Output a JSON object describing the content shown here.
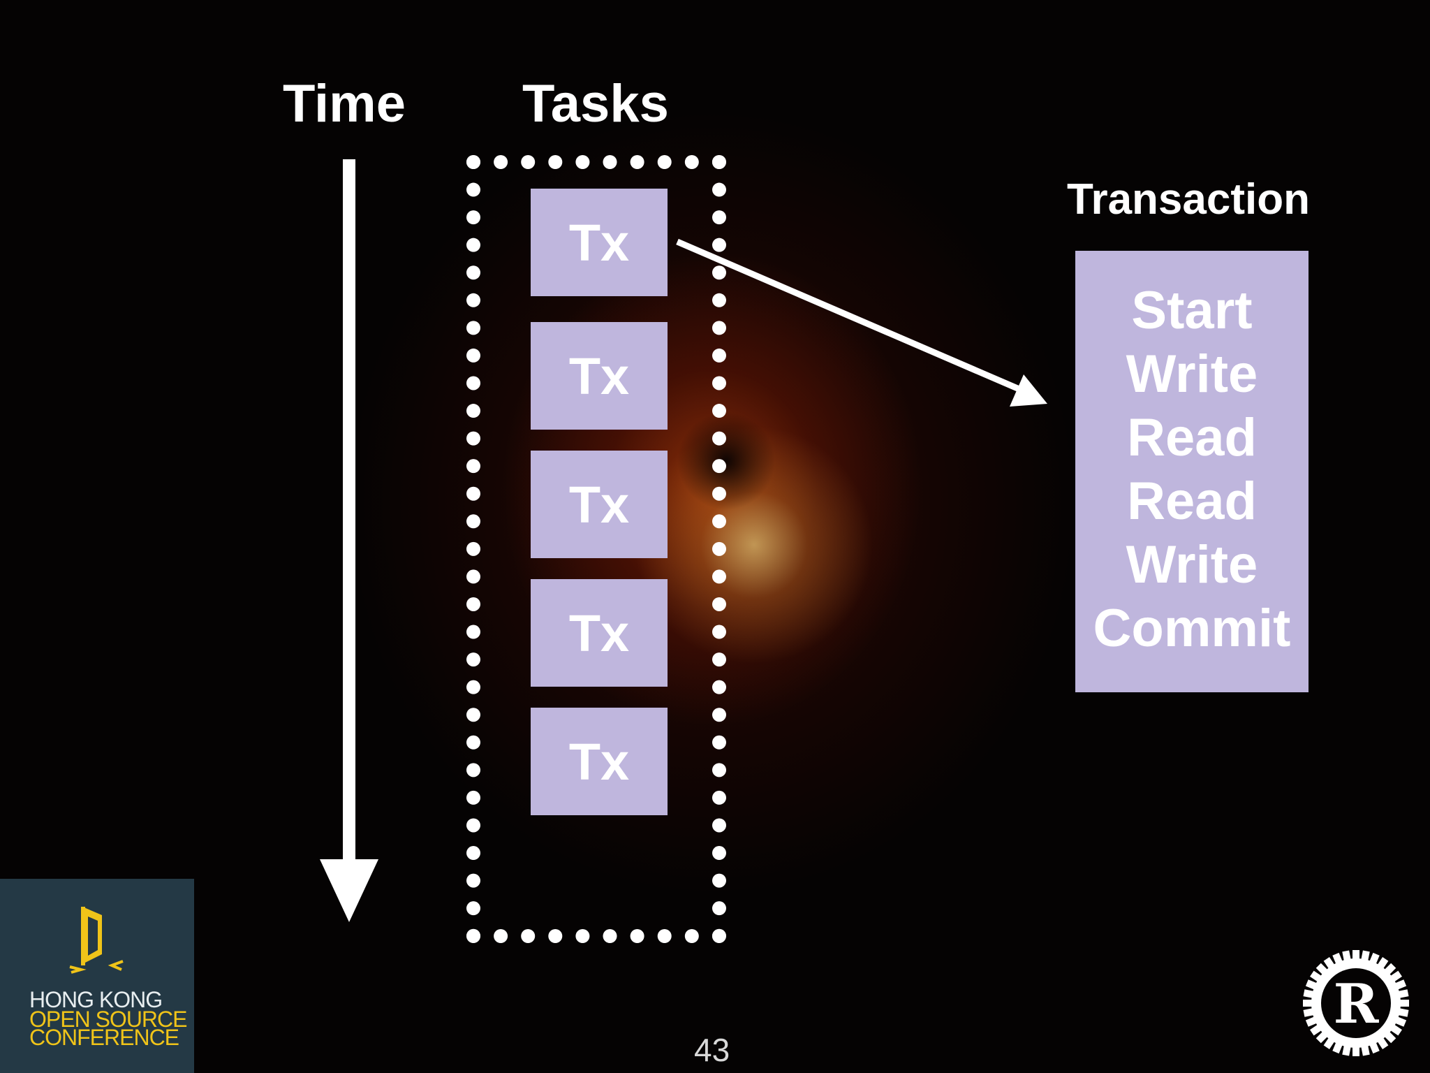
{
  "labels": {
    "time": "Time",
    "tasks": "Tasks",
    "transaction": "Transaction"
  },
  "tasks": [
    "Tx",
    "Tx",
    "Tx",
    "Tx",
    "Tx"
  ],
  "transaction_steps": [
    "Start",
    "Write",
    "Read",
    "Read",
    "Write",
    "Commit"
  ],
  "conference_logo": {
    "lines": [
      "HONG KONG",
      "OPEN SOURCE",
      "CONFERENCE"
    ],
    "icon": "door-icon"
  },
  "page_number": "43",
  "rust_logo_icon": "rust-gear-logo",
  "colors": {
    "box_fill": "#bfb6dd",
    "background": "#050303",
    "logo_background": "#243945",
    "logo_accent": "#f0c419"
  }
}
